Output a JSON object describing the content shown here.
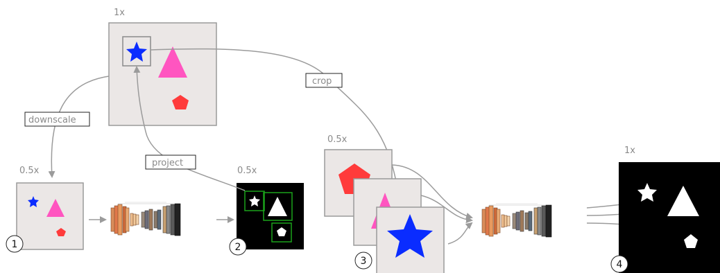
{
  "scales": {
    "top": "1x",
    "step1": "0.5x",
    "step2": "0.5x",
    "step3": "0.5x",
    "step4": "1x"
  },
  "operations": {
    "downscale": "downscale",
    "project": "project",
    "crop": "crop"
  },
  "steps": [
    "1",
    "2",
    "3",
    "4"
  ],
  "colors": {
    "panel_bg": "#ebe7e6",
    "panel_border": "#9a9a9a",
    "star": "#0a2cff",
    "triangle": "#ff55c0",
    "pentagon": "#ff3b3b",
    "mask_bg": "#000000",
    "mask_shape": "#ffffff",
    "detection_box": "#1aa31a",
    "arrow": "#9b9b9b"
  }
}
